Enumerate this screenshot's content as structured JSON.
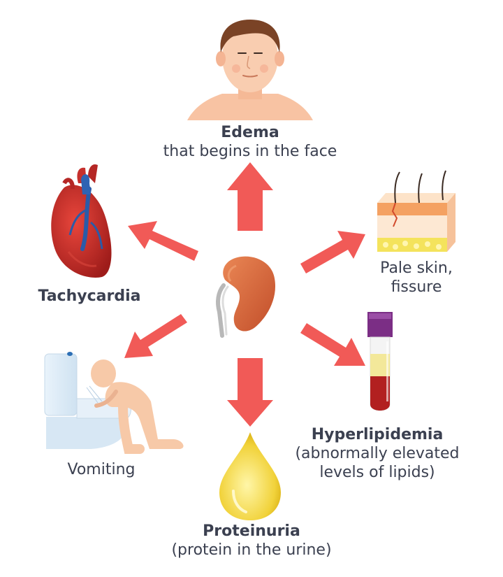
{
  "center": {
    "icon": "kidney-icon"
  },
  "symptoms": {
    "edema": {
      "title": "Edema",
      "subtitle": "that begins in the face",
      "icon": "face-icon"
    },
    "tachycardia": {
      "title": "Tachycardia",
      "icon": "heart-icon"
    },
    "pale_skin": {
      "title": "Pale skin,",
      "subtitle": "fissure",
      "icon": "skin-layer-icon"
    },
    "vomiting": {
      "title": "Vomiting",
      "icon": "vomiting-person-icon"
    },
    "hyperlipidemia": {
      "title": "Hyperlipidemia",
      "subtitle1": "(abnormally elevated",
      "subtitle2": "levels of lipids)",
      "icon": "blood-test-tube-icon"
    },
    "proteinuria": {
      "title": "Proteinuria",
      "subtitle": "(protein in the urine)",
      "icon": "drop-icon"
    }
  },
  "colors": {
    "arrow": "#f15a57",
    "text": "#3b4050",
    "kidney": "#d9663a",
    "skin": "#f7c9a8"
  }
}
